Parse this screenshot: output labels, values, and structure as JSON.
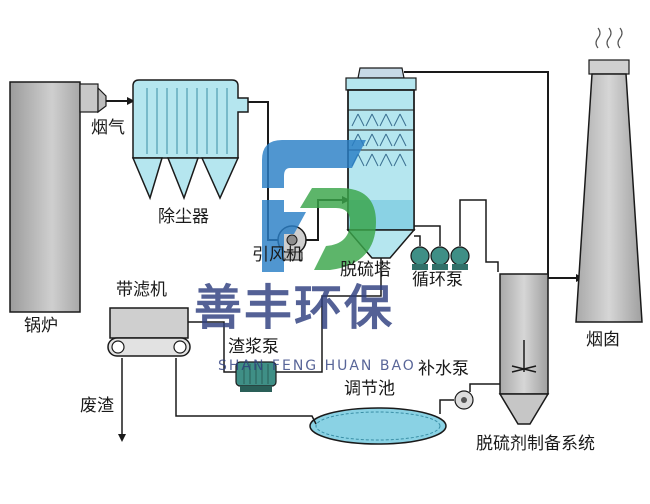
{
  "labels": {
    "boiler": "锅炉",
    "flue_gas": "烟气",
    "dust_collector": "除尘器",
    "induced_fan": "引风机",
    "desulfurization_tower": "脱硫塔",
    "circulation_pump": "循环泵",
    "chimney": "烟囱",
    "belt_filter": "带滤机",
    "slurry_pump": "渣浆泵",
    "makeup_pump": "补水泵",
    "regulating_pool": "调节池",
    "waste_residue": "废渣",
    "desulfurizer_system": "脱硫剂制备系统"
  },
  "brand": {
    "name_cn": "善丰环保",
    "name_en": "SHAN FENG HUAN BAO"
  },
  "colors": {
    "outline": "#1a1a1a",
    "equipment_fill": "#b5e6ef",
    "boiler_fill": "#bdbdbd",
    "pump_fill": "#3f8f86",
    "pool_fill": "#8ad2e4",
    "logo_blue": "#2a7fc6",
    "logo_green": "#3aa64a",
    "brand_text": "#2f3f7f"
  }
}
